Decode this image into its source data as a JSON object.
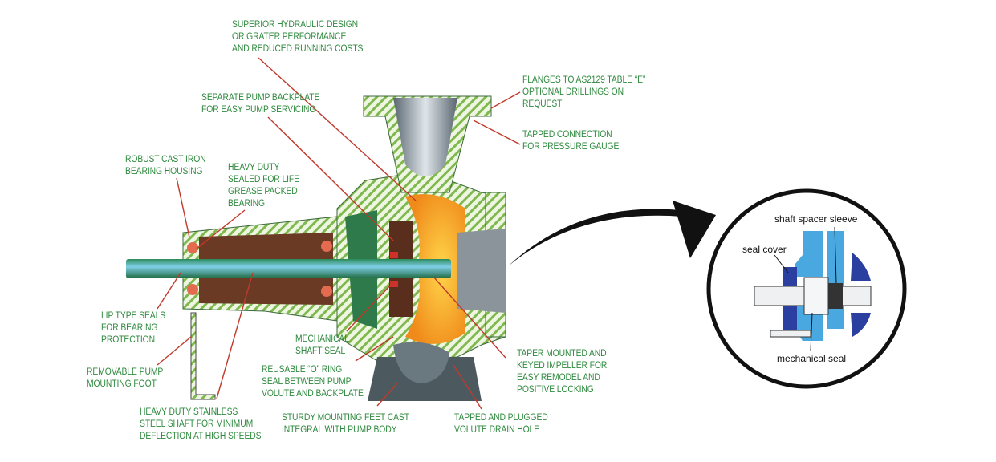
{
  "callouts": {
    "hydraulic": [
      "SUPERIOR HYDRAULIC DESIGN",
      "OR GRATER PERFORMANCE",
      "AND REDUCED RUNNING COSTS"
    ],
    "flanges": [
      "FLANGES TO AS2129 TABLE “E”",
      "OPTIONAL DRILLINGS ON",
      "REQUEST"
    ],
    "backplate": [
      "SEPARATE PUMP BACKPLATE",
      "FOR EASY PUMP SERVICING"
    ],
    "tapped_connection": [
      "TAPPED CONNECTION",
      "FOR PRESSURE GAUGE"
    ],
    "bearing_housing": [
      "ROBUST CAST IRON",
      "BEARING HOUSING"
    ],
    "bearing": [
      "HEAVY DUTY",
      "SEALED FOR LIFE",
      "GREASE PACKED",
      "BEARING"
    ],
    "lip_seals": [
      "LIP TYPE SEALS",
      "FOR BEARING",
      "PROTECTION"
    ],
    "mech_seal": [
      "MECHANICAL",
      "SHAFT SEAL"
    ],
    "impeller": [
      "TAPER MOUNTED AND",
      "KEYED IMPELLER FOR",
      "EASY REMODEL AND",
      "POSITIVE LOCKING"
    ],
    "foot": [
      "REMOVABLE PUMP",
      "MOUNTING FOOT"
    ],
    "o_ring": [
      "REUSABLE “O” RING",
      "SEAL BETWEEN PUMP",
      "VOLUTE AND BACKPLATE"
    ],
    "shaft": [
      "HEAVY DUTY STAINLESS",
      "STEEL SHAFT FOR MINIMUM",
      "DEFLECTION AT HIGH SPEEDS"
    ],
    "feet": [
      "STURDY MOUNTING FEET CAST",
      "INTEGRAL WITH PUMP BODY"
    ],
    "drain": [
      "TAPPED AND PLUGGED",
      "VOLUTE DRAIN HOLE"
    ]
  },
  "inset": {
    "shaft_spacer_sleeve": "shaft spacer sleeve",
    "seal_cover": "seal cover",
    "mechanical_seal": "mechanical seal"
  },
  "colors": {
    "label_text": "#2f8a3f",
    "leader_line": "#c0392b",
    "casing_green": "#2f7a4a",
    "impeller_orange": "#f5a623",
    "bearing_housing_brown": "#6b3a24",
    "inset_blue": "#4aa8e0",
    "inset_dark_blue": "#2a3fa0"
  }
}
